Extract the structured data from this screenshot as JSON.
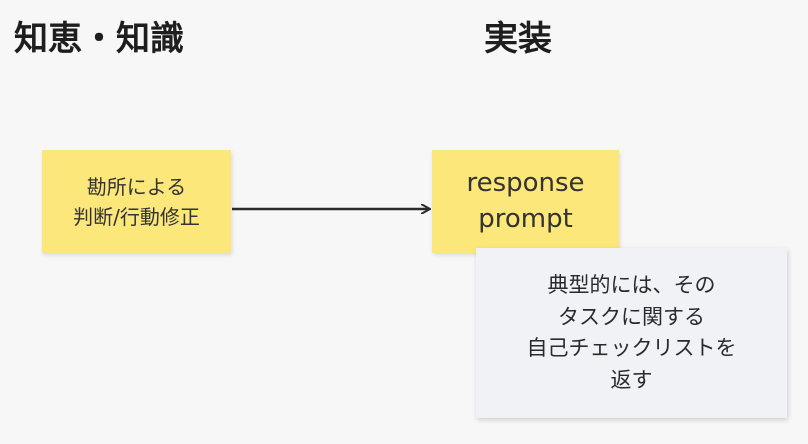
{
  "headings": {
    "left": "知恵・知識",
    "right": "実装"
  },
  "notes": {
    "judgement": {
      "lines": [
        "勘所による",
        "判断/行動修正"
      ]
    },
    "response": {
      "lines": [
        "response",
        "prompt"
      ]
    },
    "explanation": {
      "lines": [
        "典型的には、その",
        "タスクに関する",
        "自己チェックリストを",
        "返す"
      ]
    }
  },
  "colors": {
    "background": "#f7f7f7",
    "sticky_yellow": "#fbe77a",
    "sticky_gray": "#f1f2f6",
    "arrow": "#2b2b2b",
    "text": "#1e1e1e"
  }
}
